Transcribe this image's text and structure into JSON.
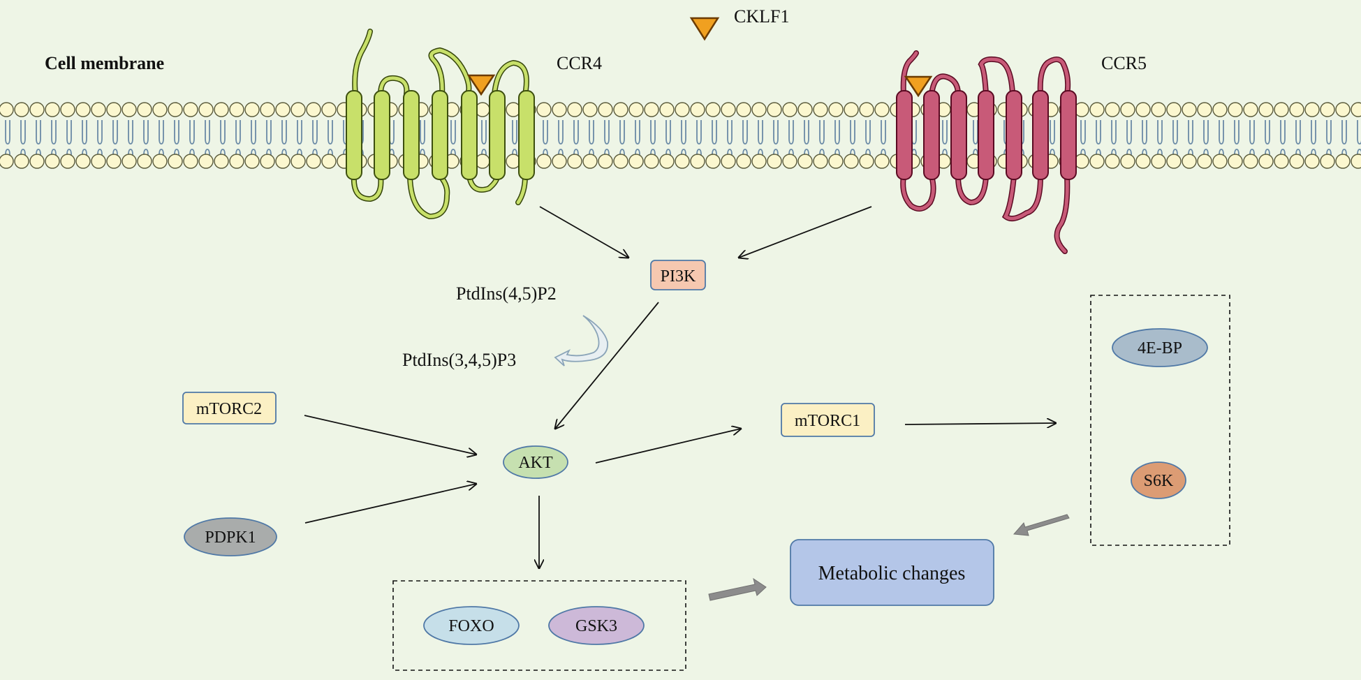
{
  "membrane": {
    "label": "Cell membrane"
  },
  "ligand": {
    "label": "CKLF1"
  },
  "receptors": {
    "ccr4": "CCR4",
    "ccr5": "CCR5"
  },
  "nodes": {
    "pi3k": "PI3K",
    "pip2": "PtdIns(4,5)P2",
    "pip3": "PtdIns(3,4,5)P3",
    "mtorc2": "mTORC2",
    "akt": "AKT",
    "pdpk1": "PDPK1",
    "mtorc1": "mTORC1",
    "foxo": "FOXO",
    "gsk3": "GSK3",
    "ebp": "4E-BP",
    "s6k": "S6K",
    "metabolic": "Metabolic changes"
  },
  "colors": {
    "background": "#eef5e6",
    "lipid_head": "#fbf7cf",
    "lipid_tail": "#6a8aa6",
    "ccr4": "#c8e06a",
    "ccr5": "#c85a78",
    "ligand": "#f0a020",
    "pi3k": "#f6c8b0",
    "mtor": "#fbf0c4",
    "akt": "#c6e0b0",
    "pdpk1": "#a9acab",
    "foxo": "#c6dfe9",
    "gsk3": "#cdb9d8",
    "ebp": "#a9bccb",
    "s6k": "#dc9c74",
    "metabolic": "#b4c6e8"
  }
}
